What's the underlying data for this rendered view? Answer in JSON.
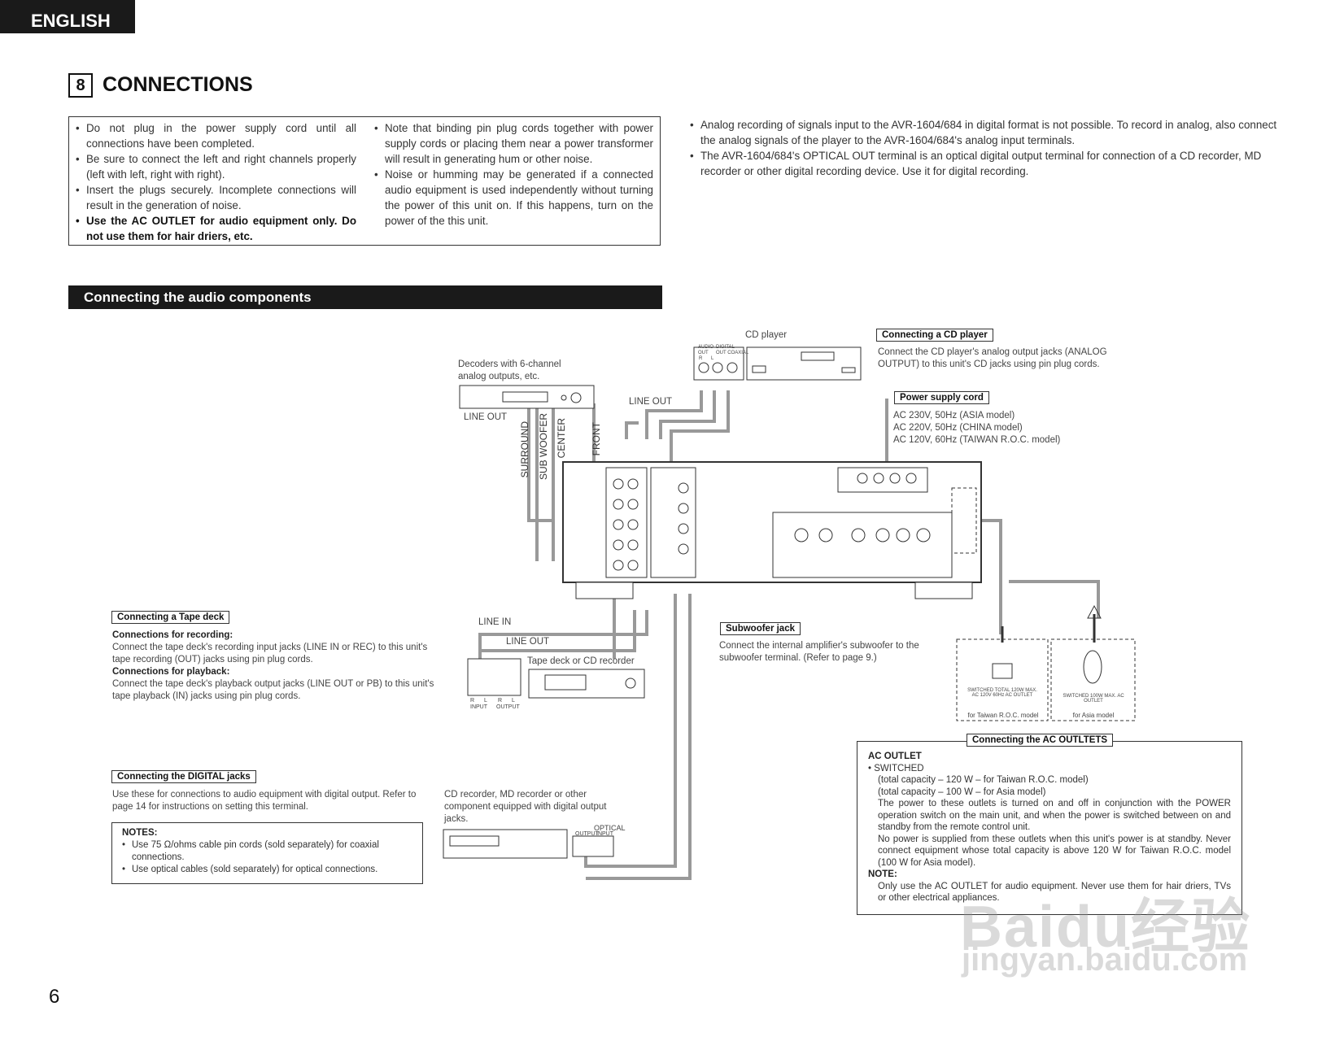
{
  "header": {
    "language_tab": "ENGLISH"
  },
  "section": {
    "number": "8",
    "title": "CONNECTIONS"
  },
  "notices": {
    "left_col": [
      "Do not plug in the power supply cord until all connections have been completed.",
      "Be sure to connect the left and right channels properly (left with left, right with right).",
      "Insert the plugs securely. Incomplete connections will result in the generation of noise.",
      "Use the AC OUTLET for audio equipment only. Do not use them for hair driers, etc."
    ],
    "right_col": [
      "Note that binding pin plug cords together with power supply cords or placing them near a power transformer will result in generating hum or other noise.",
      "Noise or humming may be generated if a connected audio equipment is used independently without turning the power of this unit on. If this happens, turn on the power of the this unit."
    ],
    "outside": [
      "Analog recording of signals input to the AVR-1604/684 in digital format is not possible. To record in analog, also connect the analog signals of the player to the AVR-1604/684's analog input terminals.",
      "The AVR-1604/684's OPTICAL OUT terminal is an optical digital output terminal for connection of a CD recorder, MD recorder or other digital recording device. Use it for digital recording."
    ]
  },
  "subsection_bar": "Connecting the audio components",
  "diagram": {
    "cd_player_label": "CD player",
    "cd_jack_audio": "AUDIO",
    "cd_jack_digital": "DIGITAL",
    "cd_jack_out": "OUT",
    "cd_jack_out_coaxial": "OUT COAXIAL",
    "cd_jack_r": "R",
    "cd_jack_l": "L",
    "decoders_label": "Decoders with 6-channel analog outputs, etc.",
    "line_out_decoder": "LINE OUT",
    "line_out_cd": "LINE OUT",
    "ch_surround": "SURROUND",
    "ch_subwoofer": "SUB WOOFER",
    "ch_center": "CENTER",
    "ch_front": "FRONT",
    "line_in": "LINE IN",
    "line_out_tape": "LINE OUT",
    "tape_label": "Tape deck or CD recorder",
    "tape_jack_r1": "R",
    "tape_jack_l1": "L",
    "tape_jack_r2": "R",
    "tape_jack_l2": "L",
    "tape_input": "INPUT",
    "tape_output": "OUTPUT",
    "cdr_label": "CD recorder, MD recorder or other component equipped with digital output jacks.",
    "optical": "OPTICAL",
    "opt_output": "OUTPUT",
    "opt_input": "INPUT",
    "outlet1_text": "SWITCHED TOTAL 120W MAX. AC 120V 60Hz AC OUTLET",
    "outlet1_model": "for Taiwan R.O.C. model",
    "outlet2_text": "SWITCHED 100W MAX. AC OUTLET",
    "outlet2_model": "for Asia model"
  },
  "cd_box": {
    "title": "Connecting a CD player",
    "text": "Connect the CD player's analog output jacks (ANALOG OUTPUT) to this unit's CD jacks using pin plug cords."
  },
  "power_box": {
    "title": "Power supply cord",
    "lines": [
      "AC 230V, 50Hz (ASIA model)",
      "AC 220V, 50Hz (CHINA model)",
      "AC 120V, 60Hz (TAIWAN R.O.C. model)"
    ]
  },
  "tape_box": {
    "title": "Connecting a Tape deck",
    "rec_head": "Connections for recording:",
    "rec_text": "Connect the tape deck's recording input jacks (LINE IN or REC) to this unit's tape recording (OUT) jacks using pin plug cords.",
    "play_head": "Connections for playback:",
    "play_text": "Connect the tape deck's playback output jacks (LINE OUT or PB) to this unit's tape playback (IN) jacks using pin plug cords."
  },
  "subwoofer_box": {
    "title": "Subwoofer jack",
    "text": "Connect the internal amplifier's subwoofer to the subwoofer terminal. (Refer to page 9.)"
  },
  "digital_box": {
    "title": "Connecting the DIGITAL jacks",
    "text": "Use these for connections to audio equipment with digital output. Refer to page 14 for instructions on setting this terminal.",
    "notes_title": "NOTES:",
    "notes": [
      "Use 75 Ω/ohms cable pin cords (sold separately) for coaxial connections.",
      "Use optical cables (sold separately) for optical connections."
    ]
  },
  "ac_box": {
    "title": "Connecting the AC OUTLTETS",
    "head": "AC OUTLET",
    "switched": "SWITCHED",
    "lines": [
      "(total capacity – 120 W – for Taiwan R.O.C. model)",
      "(total capacity – 100 W – for Asia model)",
      "The power to these outlets is turned on and off in conjunction with the POWER operation switch on the main unit, and when the power is switched between on and standby from the remote control unit.",
      "No power is supplied from these outlets when this unit's power is at standby. Never connect equipment whose total capacity is above 120 W for Taiwan R.O.C. model (100 W for Asia model)."
    ],
    "note_head": "NOTE:",
    "note_text": "Only use the AC OUTLET for audio equipment. Never use them for hair driers, TVs or other electrical appliances."
  },
  "page_number": "6",
  "watermark": {
    "line1": "Baidu经验",
    "line2": "jingyan.baidu.com"
  }
}
